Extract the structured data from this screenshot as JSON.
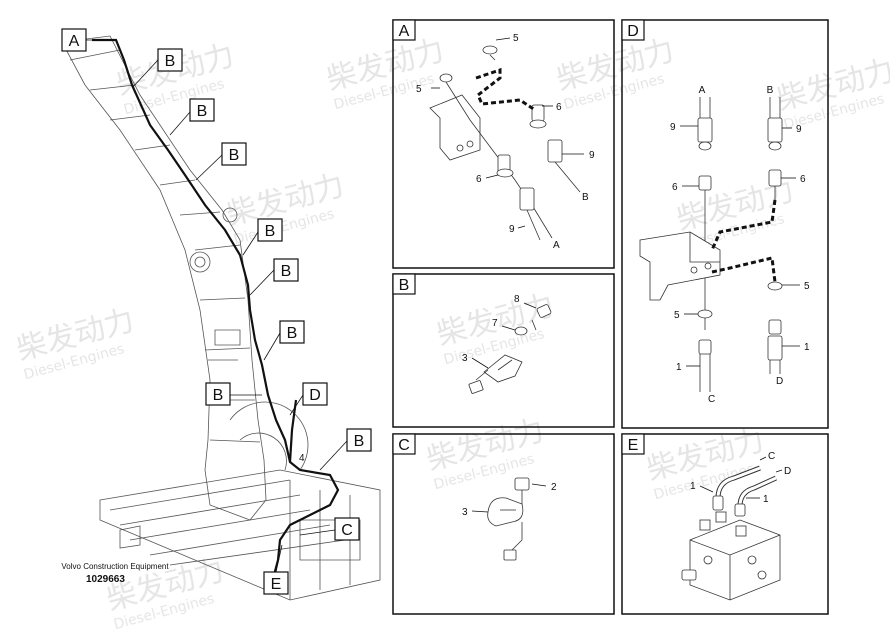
{
  "watermark": {
    "brand": "柴发动力",
    "sub": "Diesel-Engines"
  },
  "caption": {
    "maker": "Volvo Construction Equipment",
    "part_no": "1029663"
  },
  "main_callouts": {
    "a": "A",
    "b": "B",
    "c": "C",
    "d": "D",
    "e": "E",
    "four": "4"
  },
  "panels": {
    "a": {
      "title": "A",
      "labels": [
        "5",
        "5",
        "6",
        "6",
        "9",
        "9",
        "A",
        "B"
      ]
    },
    "b": {
      "title": "B",
      "labels": [
        "8",
        "7",
        "3"
      ]
    },
    "c": {
      "title": "C",
      "labels": [
        "2",
        "3"
      ]
    },
    "d": {
      "title": "D",
      "labels": [
        "A",
        "B",
        "9",
        "9",
        "6",
        "6",
        "5",
        "5",
        "1",
        "1",
        "C",
        "D"
      ]
    },
    "e": {
      "title": "E",
      "labels": [
        "C",
        "D",
        "1",
        "1"
      ]
    }
  }
}
